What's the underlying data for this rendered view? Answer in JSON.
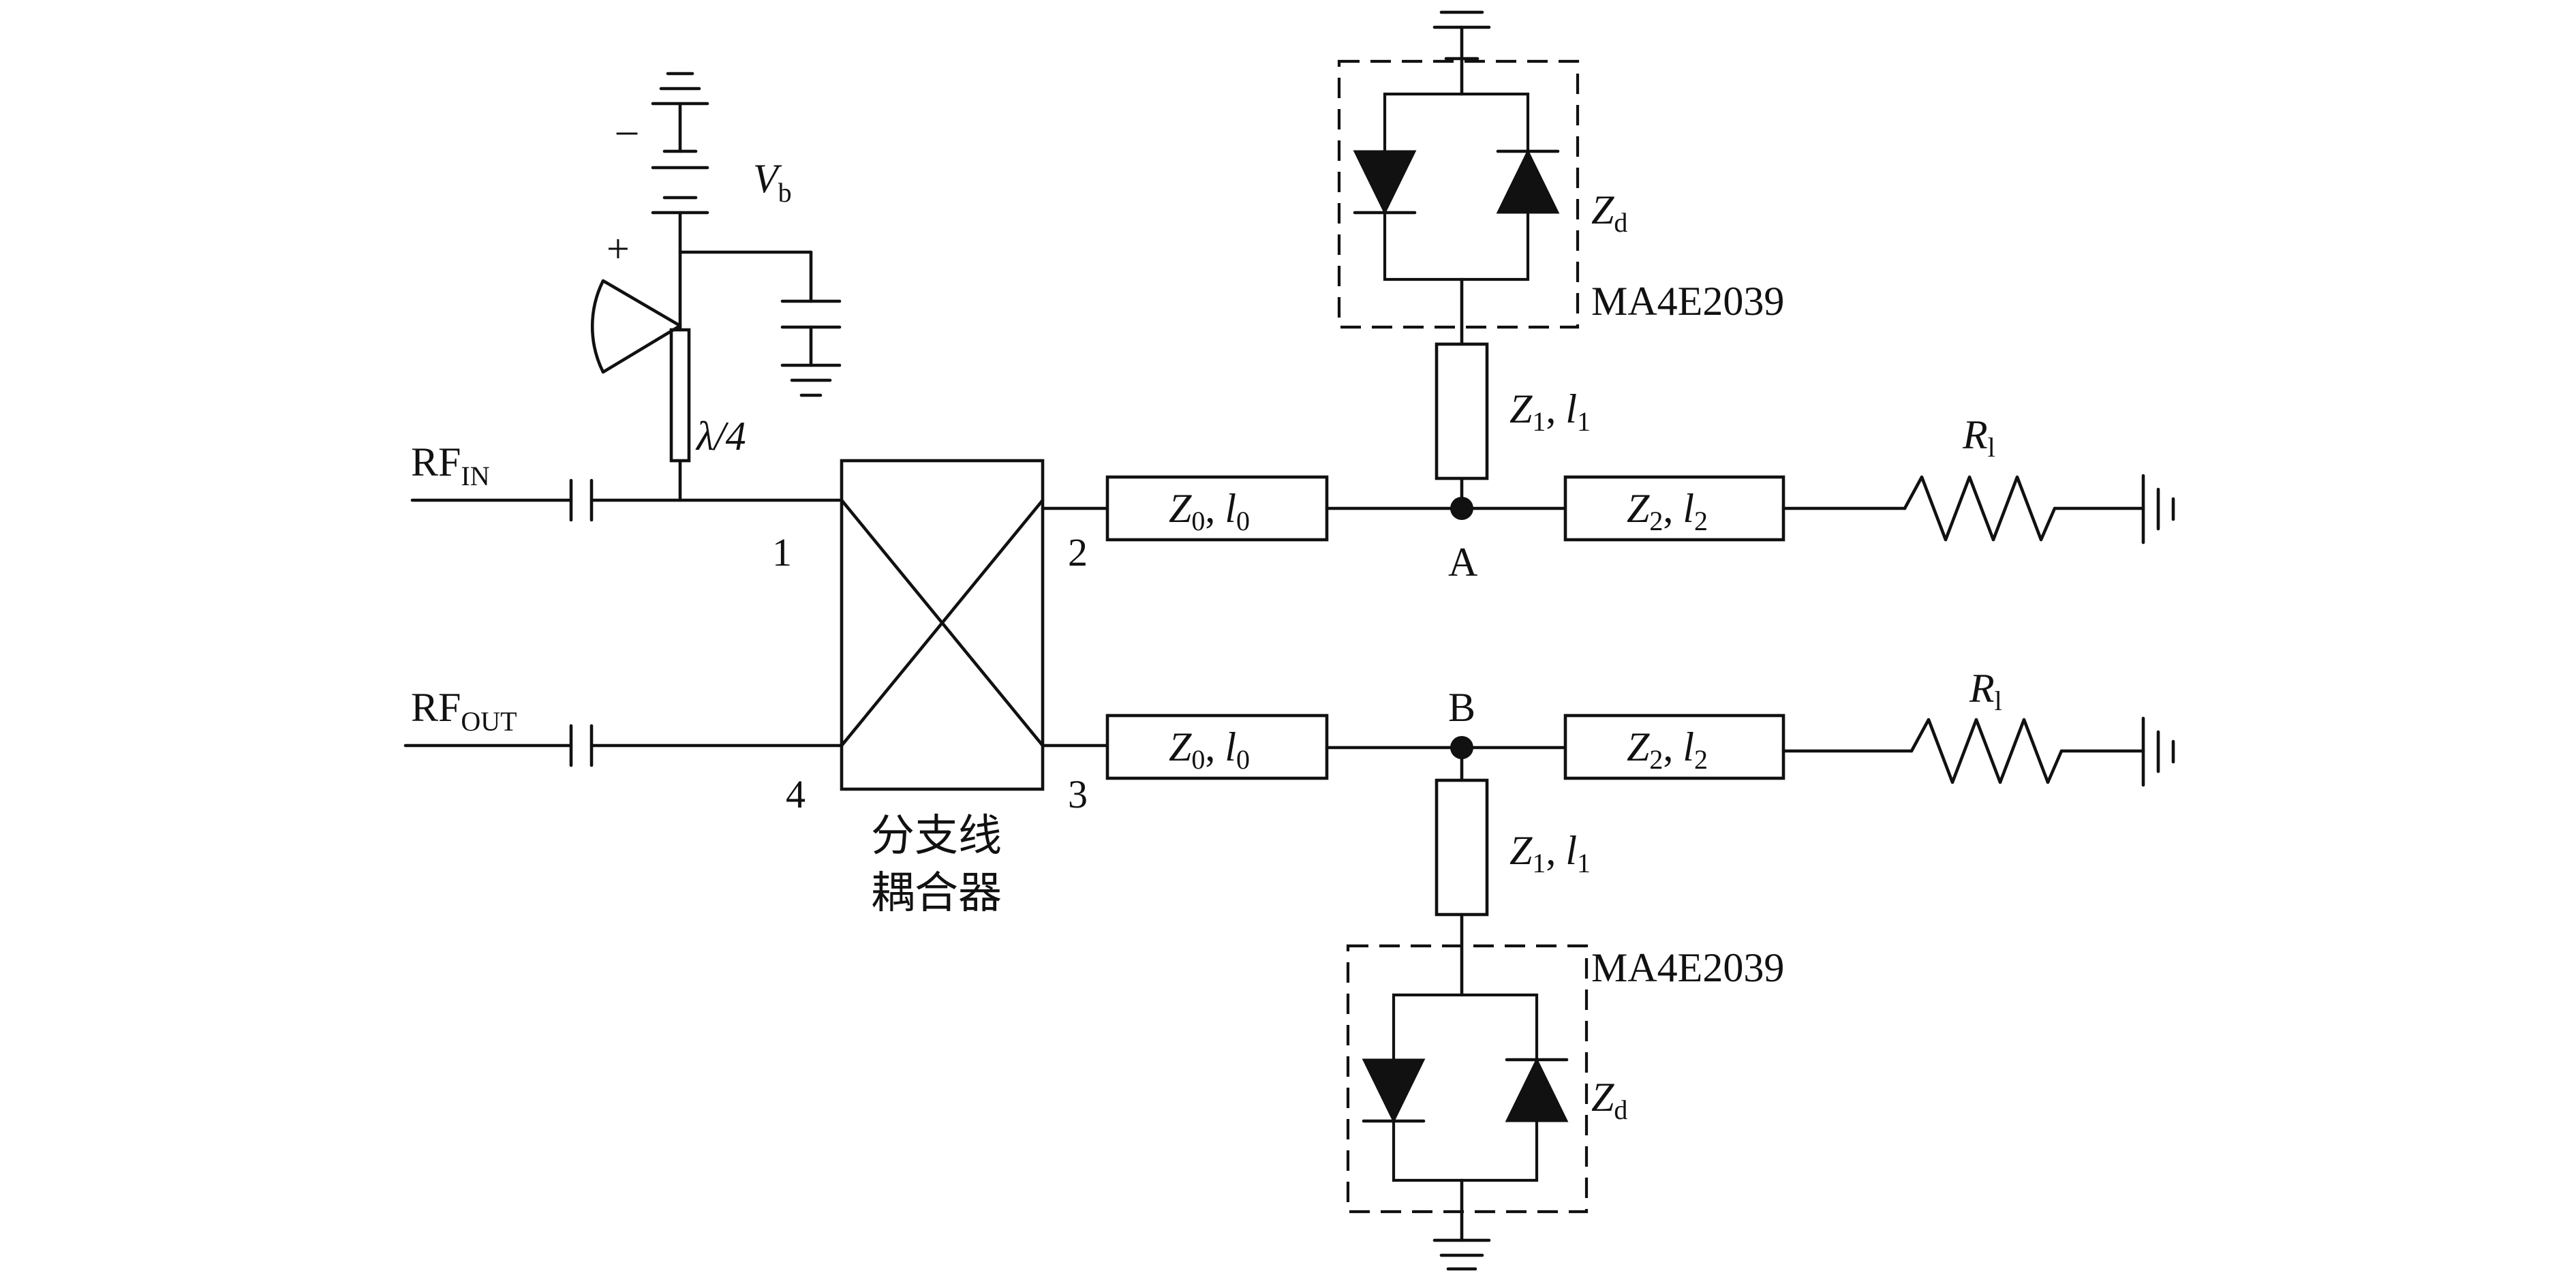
{
  "labels": {
    "rf_in_main": "RF",
    "rf_in_sub": "IN",
    "rf_out_main": "RF",
    "rf_out_sub": "OUT",
    "vb_main": "V",
    "vb_sub": "b",
    "battery_minus": "–",
    "battery_plus": "+",
    "lambda": "λ/4",
    "port1": "1",
    "port2": "2",
    "port3": "3",
    "port4": "4",
    "coupler_line1": "分支线",
    "coupler_line2": "耦合器",
    "zd_main": "Z",
    "zd_sub": "d",
    "diode_top": "MA4E2039",
    "diode_bottom": "MA4E2039",
    "z0_main": "Z",
    "z0_sub": "0",
    "l0_main": "l",
    "l0_sub": "0",
    "z1_main": "Z",
    "z1_sub": "1",
    "l1_main": "l",
    "l1_sub": "1",
    "z2_main": "Z",
    "z2_sub": "2",
    "l2_main": "l",
    "l2_sub": "2",
    "rl_main": "R",
    "rl_sub": "l",
    "sep": ",",
    "node_a": "A",
    "node_b": "B"
  }
}
